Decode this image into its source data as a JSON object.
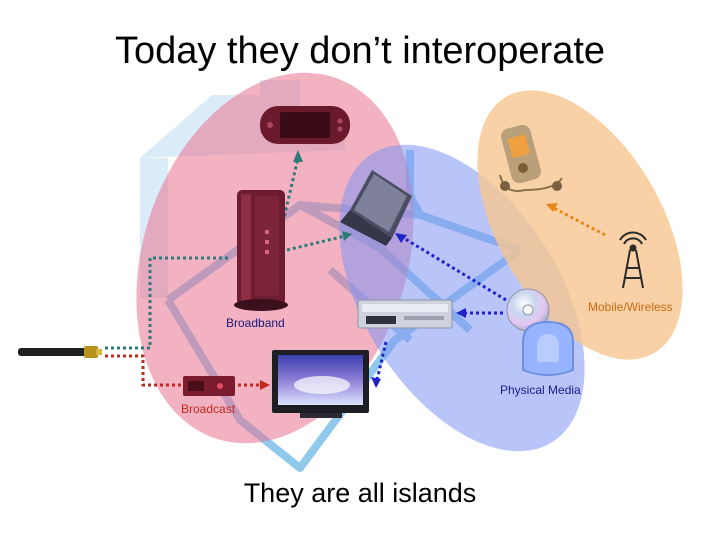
{
  "slide": {
    "title": "Today they don’t interoperate",
    "subtitle": "They are all islands"
  },
  "labels": {
    "broadband": "Broadband",
    "broadcast": "Broadcast",
    "physical_media": "Physical Media",
    "mobile_wireless": "Mobile/Wireless"
  },
  "colors": {
    "broadband_island": "#e8738f",
    "physical_media_island": "#7f95f2",
    "mobile_island": "#f8c590",
    "house_outline": "#8fc6ea",
    "broadband_link": "#2e7a78",
    "broadcast_link": "#c0281b",
    "physical_link": "#1f24c8",
    "mobile_link": "#e8861a"
  },
  "icons": [
    "house-icon",
    "game-console-icon",
    "modem-icon",
    "laptop-icon",
    "dvd-player-icon",
    "cd-disc-icon",
    "phone-icon",
    "antenna-tower-icon",
    "tv-icon",
    "set-top-box-icon",
    "cable-icon"
  ]
}
